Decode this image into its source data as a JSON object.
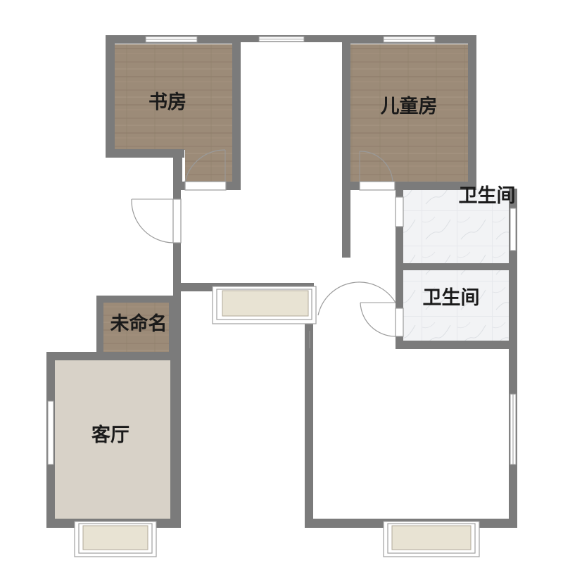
{
  "rooms": {
    "study": {
      "label": "书房"
    },
    "kids_room": {
      "label": "儿童房"
    },
    "bathroom_1": {
      "label": "卫生间"
    },
    "bathroom_2": {
      "label": "卫生间"
    },
    "unnamed": {
      "label": "未命名"
    },
    "living_room": {
      "label": "客厅"
    }
  },
  "colors": {
    "wall": "#7b7b7b",
    "wood_floor": "#9c8b78",
    "marble_floor": "#f2f3f5",
    "living_floor": "#d8d2c8",
    "balcony_floor": "#e8e3d3"
  }
}
